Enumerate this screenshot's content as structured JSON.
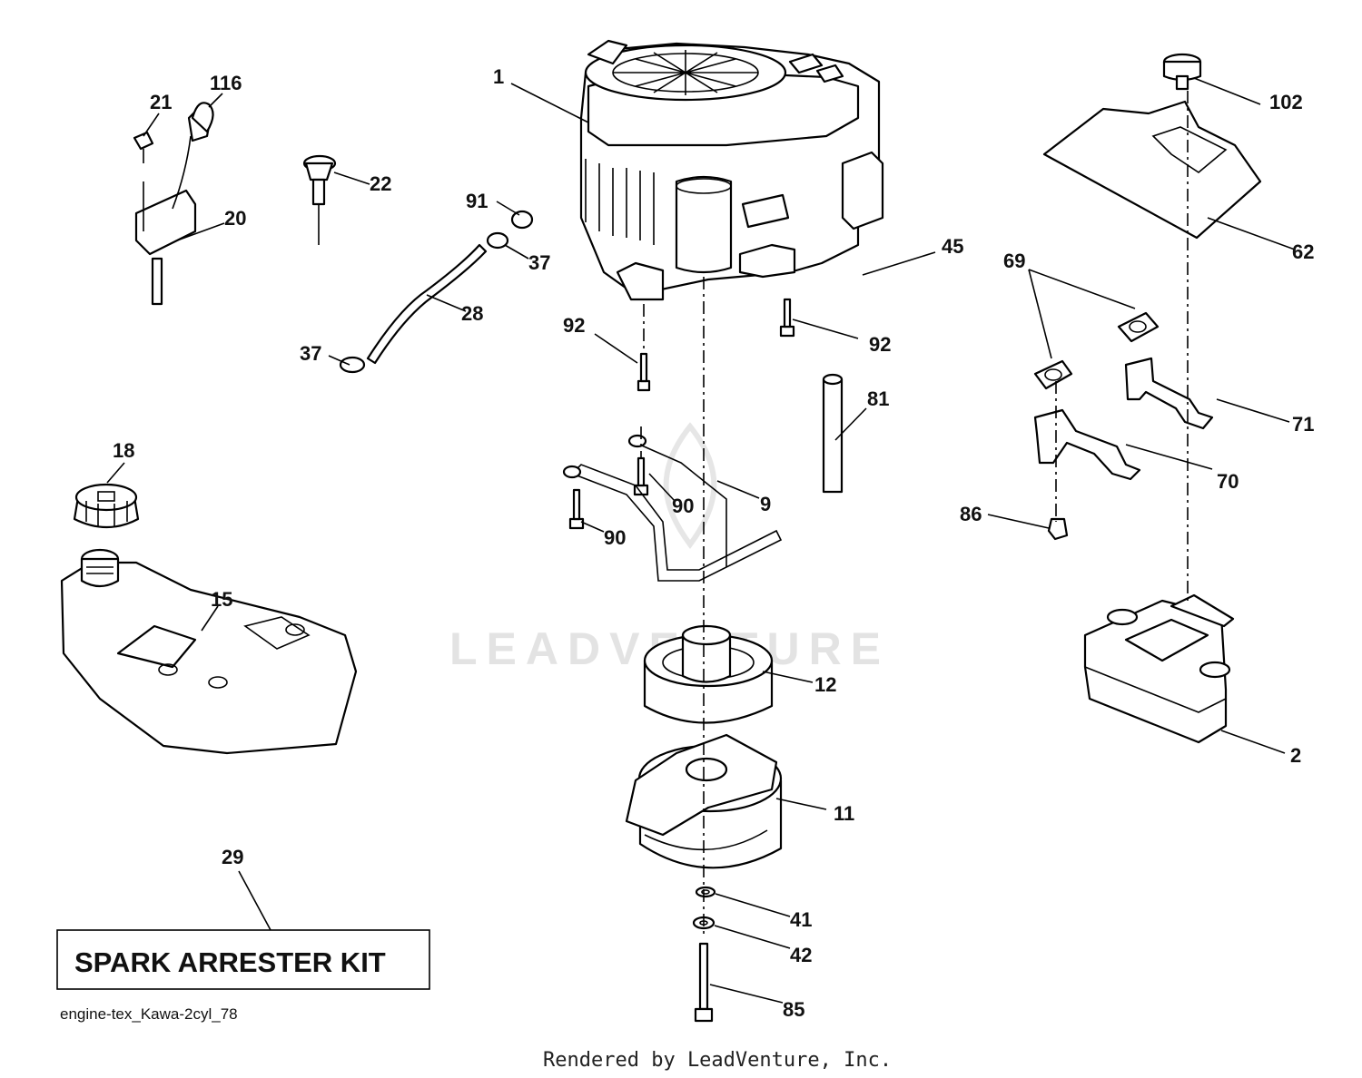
{
  "watermark": "LEADVENTURE",
  "diagram_ref": "engine-tex_Kawa-2cyl_78",
  "credit": "Rendered by LeadVenture, Inc.",
  "kit_label": "SPARK ARRESTER KIT",
  "callouts": {
    "c1": "1",
    "c2": "2",
    "c9": "9",
    "c11": "11",
    "c12": "12",
    "c15": "15",
    "c18": "18",
    "c20": "20",
    "c21": "21",
    "c22": "22",
    "c28": "28",
    "c29": "29",
    "c37a": "37",
    "c37b": "37",
    "c41": "41",
    "c42": "42",
    "c45": "45",
    "c62": "62",
    "c69": "69",
    "c70": "70",
    "c71": "71",
    "c81": "81",
    "c85": "85",
    "c86": "86",
    "c90a": "90",
    "c90b": "90",
    "c91": "91",
    "c92a": "92",
    "c92b": "92",
    "c102": "102",
    "c116": "116"
  }
}
